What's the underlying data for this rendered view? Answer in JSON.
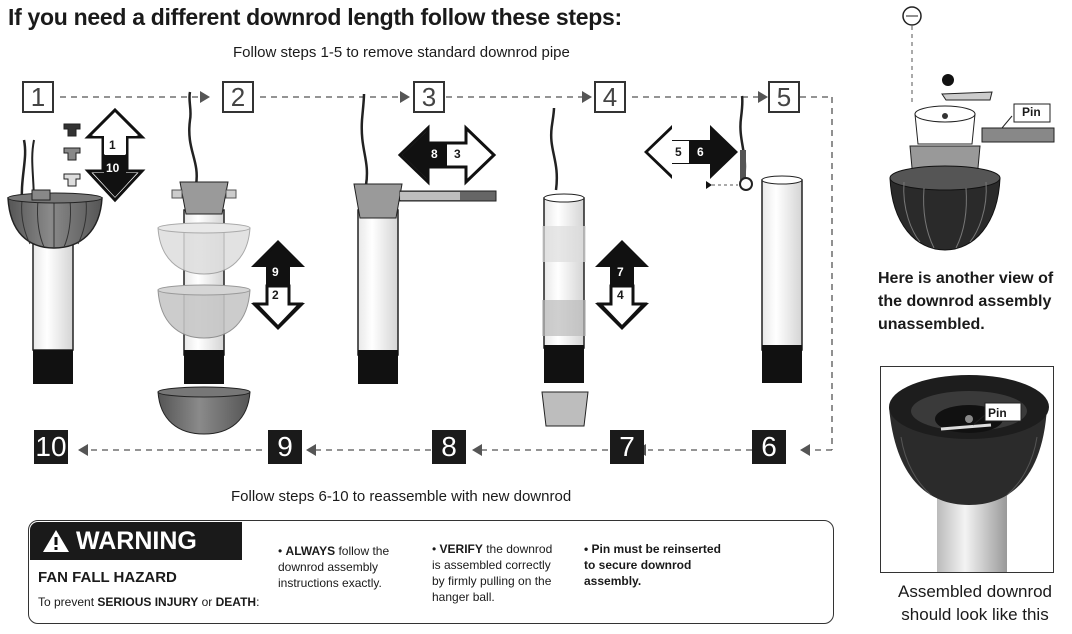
{
  "headline": "If you need a different downrod length follow these steps:",
  "remove_caption": "Follow steps 1-5 to remove standard downrod pipe",
  "reassemble_caption": "Follow steps 6-10 to reassemble with new downrod",
  "top_steps": [
    "1",
    "2",
    "3",
    "4",
    "5"
  ],
  "bottom_steps": [
    "10",
    "9",
    "8",
    "7",
    "6"
  ],
  "arrow_labels": {
    "a1_top": "1",
    "a1_bottom": "10",
    "a2_top": "9",
    "a2_bottom": "2",
    "a3_left": "8",
    "a3_right": "3",
    "a4_top": "7",
    "a4_bottom": "4",
    "a5_left": "5",
    "a5_right": "6"
  },
  "side": {
    "pin_label_1": "Pin",
    "pin_label_2": "Pin",
    "caption_other_view": "Here is another view of the downrod assembly unassembled.",
    "caption_assembled": "Assembled downrod should look like this"
  },
  "warning": {
    "badge": "WARNING",
    "hazard": "FAN FALL HAZARD",
    "prevent_prefix": "To prevent ",
    "prevent_strong1": "SERIOUS INJURY",
    "prevent_mid": " or ",
    "prevent_strong2": "DEATH",
    "prevent_suffix": ":",
    "b1_strong": "ALWAYS",
    "b1_rest": " follow the downrod assembly instructions exactly.",
    "b2_strong": "VERIFY",
    "b2_rest": " the downrod is assembled correctly by firmly pulling on the hanger ball.",
    "b3": "Pin must be reinserted to secure downrod assembly."
  },
  "colors": {
    "ink": "#1a1a1a",
    "canopy": "#6e6e6e",
    "ghost": "#c9c9c9",
    "pipe_fill": "#ffffff"
  }
}
